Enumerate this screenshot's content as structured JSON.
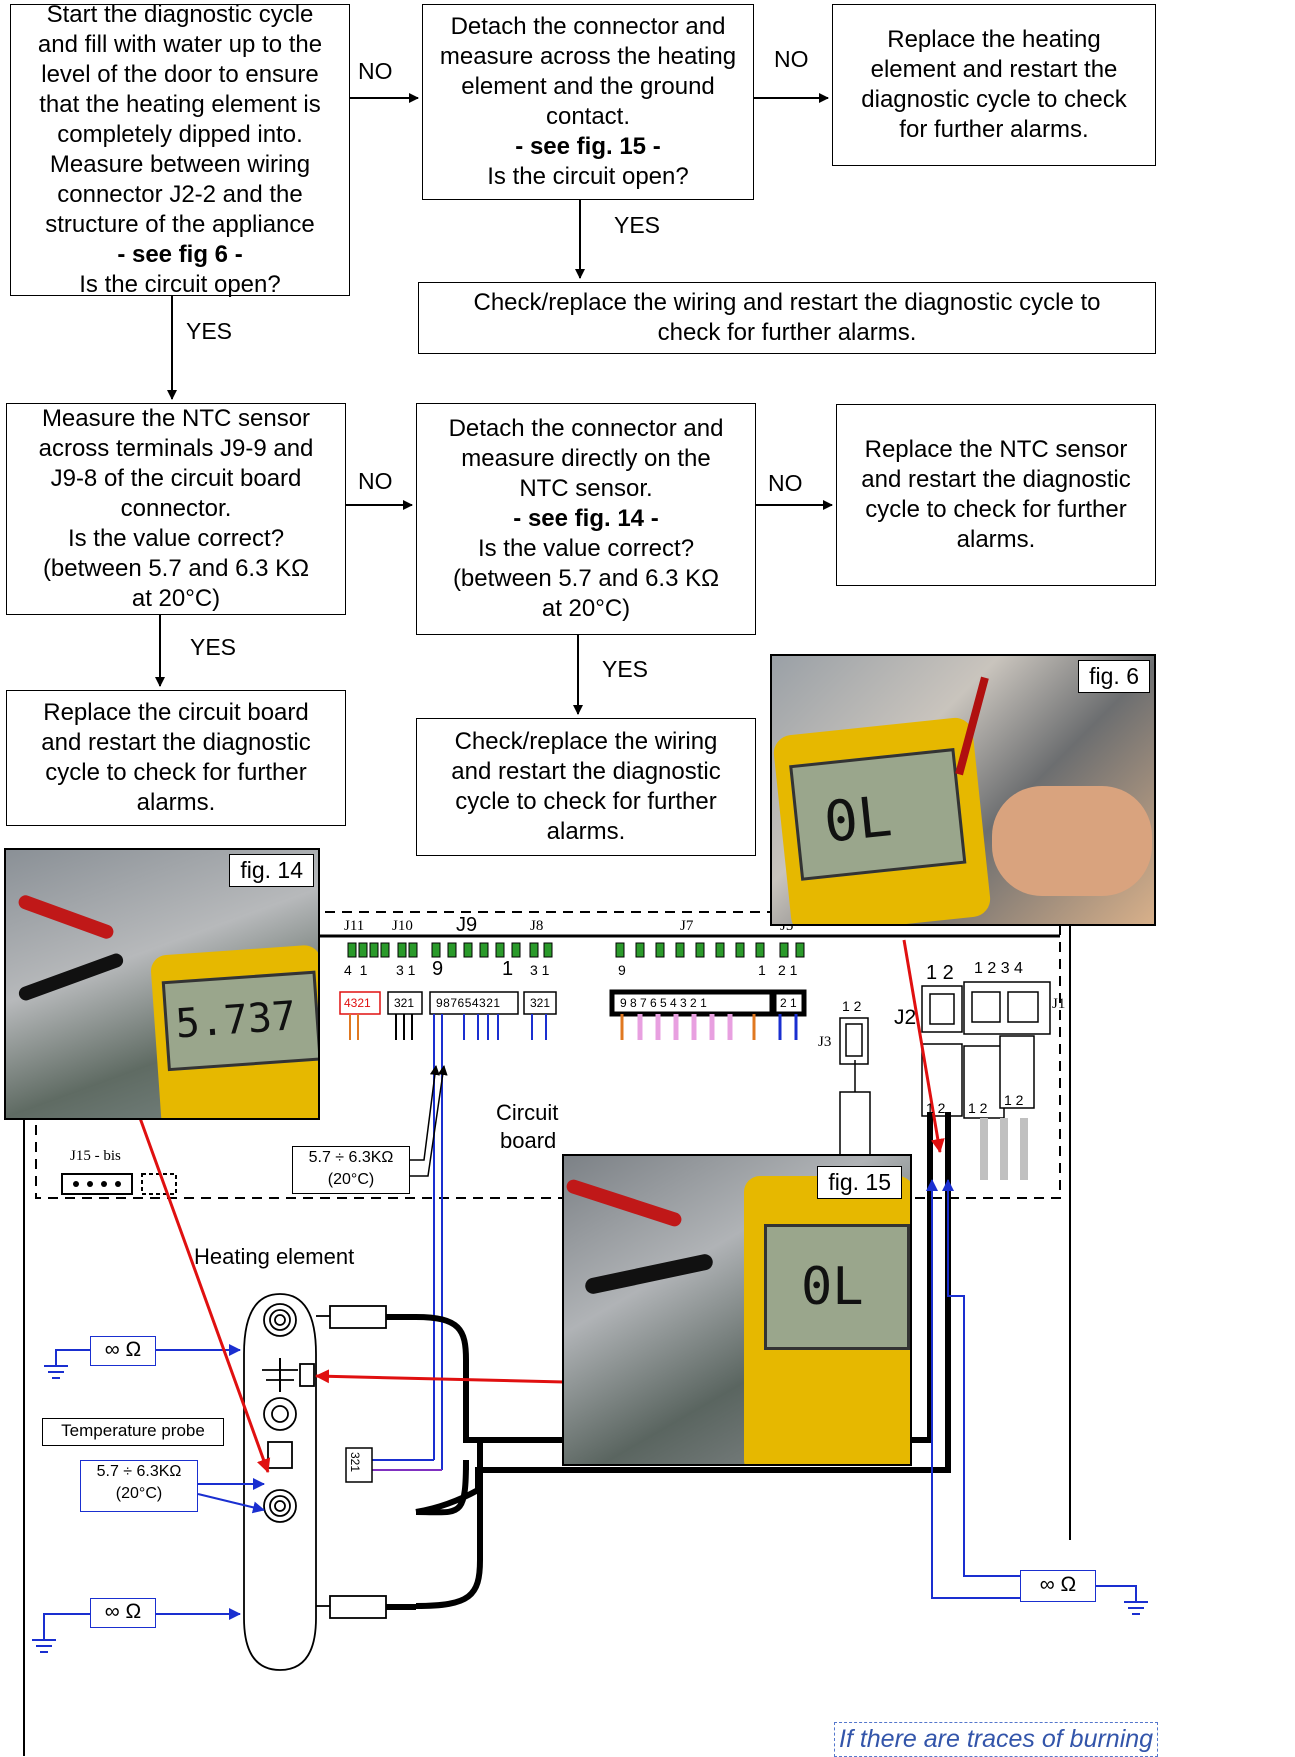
{
  "flow": {
    "b1": {
      "lines": [
        "Start the diagnostic cycle",
        "and fill with water up to the",
        "level of the door to ensure",
        "that the heating element is",
        "completely dipped into.",
        "Measure between wiring",
        "connector J2-2 and the",
        "structure of the appliance"
      ],
      "ref": "- see fig 6 -",
      "question": "Is the circuit open?"
    },
    "b2": {
      "lines": [
        "Detach the connector and",
        "measure across the heating",
        "element and the ground",
        "contact."
      ],
      "ref": "- see fig. 15 -",
      "question": "Is the circuit open?"
    },
    "b3": {
      "text": "Replace the heating element and restart the diagnostic cycle to check for further alarms."
    },
    "b4": {
      "text": "Check/replace the wiring and restart the diagnostic cycle to check for further alarms."
    },
    "b5": {
      "lines": [
        "Measure the NTC sensor",
        "across terminals J9-9 and",
        "J9-8 of the circuit board",
        "connector.",
        "Is the value correct?",
        "(between 5.7 and 6.3 KΩ",
        "at 20°C)"
      ]
    },
    "b6": {
      "lines": [
        "Detach the connector and",
        "measure directly on the",
        "NTC sensor."
      ],
      "ref": "- see fig. 14 -",
      "tail": [
        "Is the value correct?",
        "(between 5.7 and 6.3 KΩ",
        "at 20°C)"
      ]
    },
    "b7": {
      "text": "Replace the NTC sensor and restart the diagnostic cycle to check for further alarms."
    },
    "b8": {
      "text": "Replace the circuit board and restart the diagnostic cycle to check for further alarms."
    },
    "b9": {
      "text": "Check/replace the wiring and restart the diagnostic cycle to check for further alarms."
    },
    "no": "NO",
    "yes": "YES"
  },
  "figures": {
    "fig6": "fig. 6",
    "fig14": "fig. 14",
    "fig15": "fig. 15"
  },
  "photo_readings": {
    "fig14": "5.737",
    "fig15": "0L",
    "fig6": "0L"
  },
  "board": {
    "label_line1": "Circuit",
    "label_line2": "board",
    "connectors": [
      "J11",
      "J10",
      "J9",
      "J8",
      "J7",
      "J5",
      "J2",
      "J1",
      "J3",
      "J15 - bis"
    ],
    "j9_pins": "987654321",
    "j9_left": "9",
    "j9_right": "1",
    "j11_pins": "4321",
    "j10_pins": "321",
    "j8_pins": "321",
    "j7_pins": "9 8 7 6 5 4 3 2 1",
    "j5_pins": "2 1",
    "j11_top": "4  1",
    "j10_top": "3 1",
    "j8_top": "3 1",
    "j7_top_left": "9",
    "j7_top_right": "1",
    "j5_top": "2 1",
    "j2_pins": "1 2",
    "j1_pins": "1 2 3 4",
    "j3_pins": "1 2",
    "probe_pins": "321"
  },
  "annotations": {
    "resistance_ntc": "5.7 ÷ 6.3KΩ",
    "resistance_temp": "(20°C)",
    "infinite": "∞ Ω",
    "heating_element": "Heating element",
    "temperature_probe": "Temperature probe",
    "note": "If there are traces of burning"
  },
  "colors": {
    "wire_blue": "#1a2fd0",
    "wire_red": "#e01010",
    "wire_pink": "#e8a0e0",
    "wire_orange": "#e07820",
    "wire_purple": "#8030c0",
    "note_blue": "#3355aa"
  }
}
